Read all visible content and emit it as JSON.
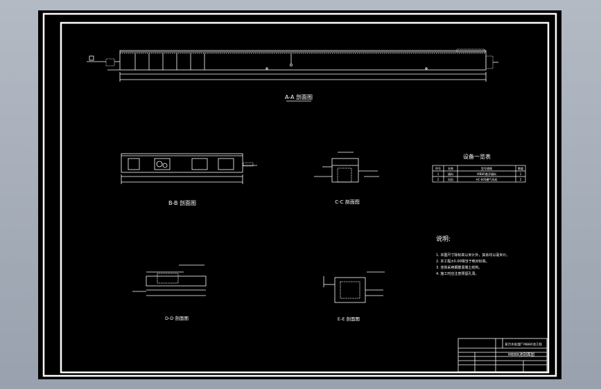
{
  "views": {
    "aa_title": "A-A 剖面图",
    "bb_title": "B-B 剖面图",
    "cc_title": "C-C 剖面图",
    "d_title": "D-D 剖面图",
    "e_title": "E-E 剖面图"
  },
  "equipment_table": {
    "title": "设备一览表",
    "headers": [
      "序号",
      "名称",
      "型号规格",
      "数量"
    ],
    "rows": [
      [
        "1",
        "填料",
        "MBBR悬浮填料",
        "1"
      ],
      [
        "2",
        "风机",
        "HC-80S曝气风机",
        "2"
      ]
    ]
  },
  "notes": {
    "title": "说明:",
    "items": [
      "1. 本图尺寸除标高以米计外，其余均以毫米计。",
      "2. 本工程±0.00相当于绝对标高。",
      "3. 池体采用钢筋混凝土结构。",
      "4. 施工时应注意预留孔洞。"
    ]
  },
  "title_block": {
    "project": "某污水处理厂MBBR池工程",
    "drawing_name": "MBBR池剖面图"
  }
}
